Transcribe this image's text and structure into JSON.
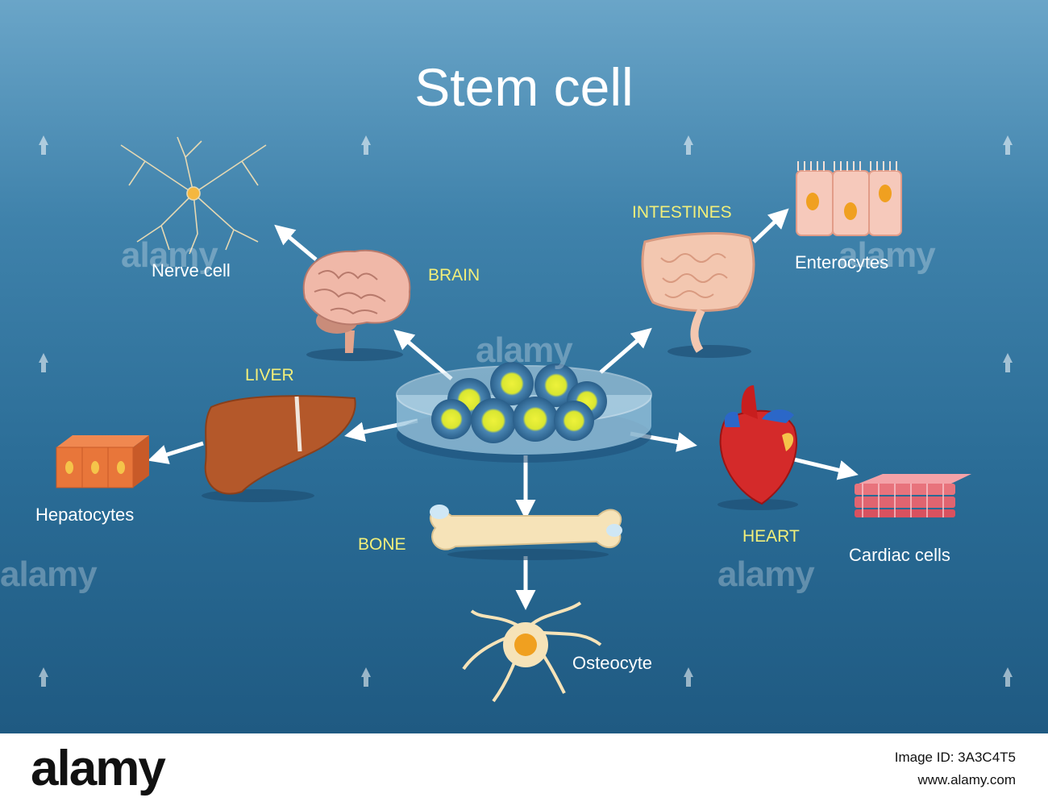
{
  "title": "Stem cell",
  "organs": {
    "brain": "BRAIN",
    "intestines": "INTESTINES",
    "liver": "LIVER",
    "bone": "BONE",
    "heart": "HEART"
  },
  "cells": {
    "nerve": "Nerve cell",
    "enterocytes": "Enterocytes",
    "hepatocytes": "Hepatocytes",
    "osteocyte": "Osteocyte",
    "cardiac": "Cardiac cells"
  },
  "watermark": "alamy",
  "footer": {
    "brand": "alamy",
    "image_id_line": "Image ID: 3A3C4T5",
    "site": "www.alamy.com"
  },
  "colors": {
    "background_top": "#6aa5c8",
    "background_bottom": "#1f5a82",
    "organ_label": "#f2ef7a",
    "cell_label": "#ffffff"
  }
}
